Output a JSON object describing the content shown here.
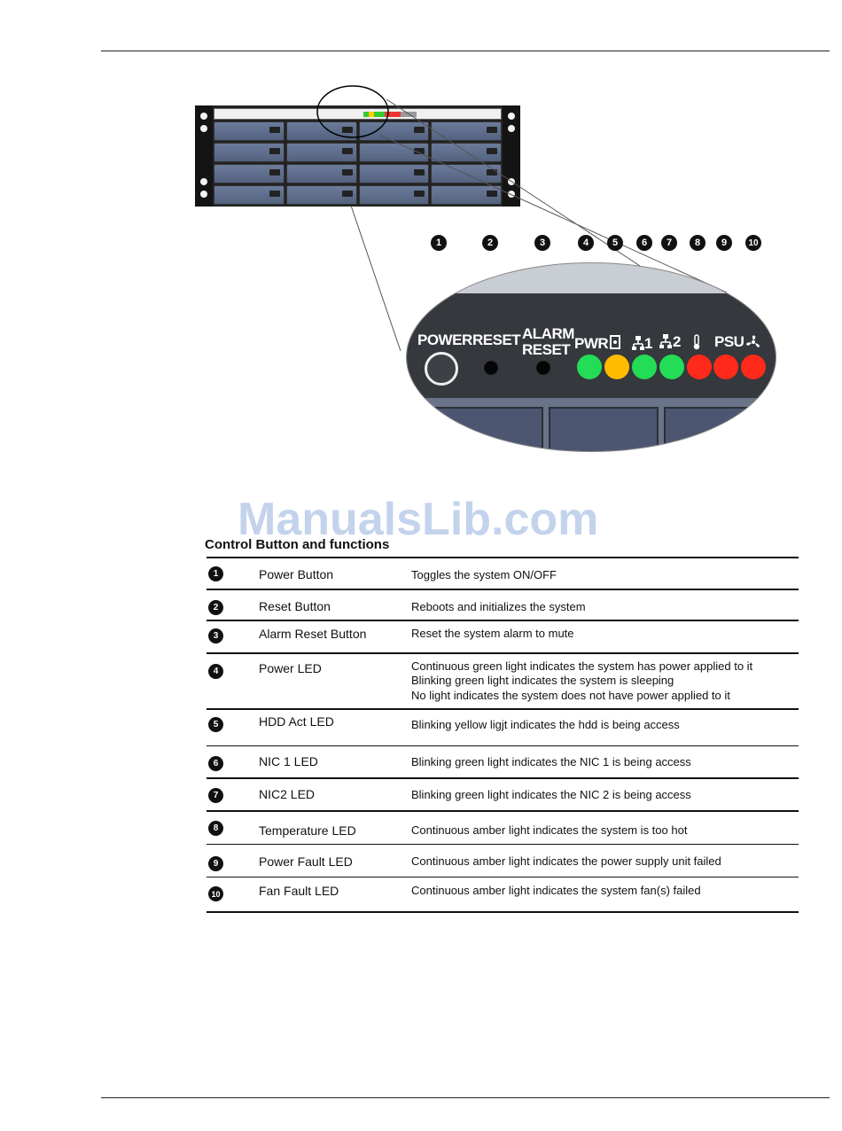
{
  "panel": {
    "callouts": [
      "1",
      "2",
      "3",
      "4",
      "5",
      "6",
      "7",
      "8",
      "9",
      "10"
    ],
    "labels": {
      "power": "POWER",
      "reset": "RESET",
      "alarm_reset_line1": "ALARM",
      "alarm_reset_line2": "RESET",
      "pwr": "PWR",
      "nic1": "1",
      "nic2": "2",
      "psu": "PSU"
    },
    "led_colors": {
      "green": "#22dd55",
      "amber": "#ffbb00",
      "red": "#ff2a1a"
    },
    "icons": [
      "hdd-icon",
      "network-icon",
      "network-icon",
      "temperature-icon",
      "fan-icon"
    ]
  },
  "watermark": "ManualsLib.com",
  "table": {
    "title": "Control Button and functions",
    "rows": [
      {
        "num": "1",
        "name": "Power Button",
        "desc": [
          "Toggles the system ON/OFF"
        ]
      },
      {
        "num": "2",
        "name": "Reset Button",
        "desc": [
          "Reboots and initializes the system"
        ]
      },
      {
        "num": "3",
        "name": "Alarm Reset Button",
        "desc": [
          "Reset the system alarm to mute"
        ]
      },
      {
        "num": "4",
        "name": "Power LED",
        "desc": [
          "Continuous green light indicates the system has power applied to it",
          "Blinking green light indicates the system is sleeping",
          "No light indicates the system does not have power applied to it"
        ]
      },
      {
        "num": "5",
        "name": "HDD Act LED",
        "desc": [
          "Blinking yellow ligjt indicates the hdd is being access"
        ]
      },
      {
        "num": "6",
        "name": "NIC 1 LED",
        "desc": [
          "Blinking green light indicates the NIC 1 is being access"
        ]
      },
      {
        "num": "7",
        "name": "NIC2 LED",
        "desc": [
          "Blinking green light indicates the NIC 2 is being access"
        ]
      },
      {
        "num": "8",
        "name": "Temperature LED",
        "desc": [
          "Continuous amber light indicates the system is too hot"
        ]
      },
      {
        "num": "9",
        "name": "Power Fault LED",
        "desc": [
          "Continuous amber light indicates the power supply unit failed"
        ]
      },
      {
        "num": "10",
        "name": "Fan Fault LED",
        "desc": [
          "Continuous amber light indicates the system fan(s) failed"
        ]
      }
    ]
  }
}
